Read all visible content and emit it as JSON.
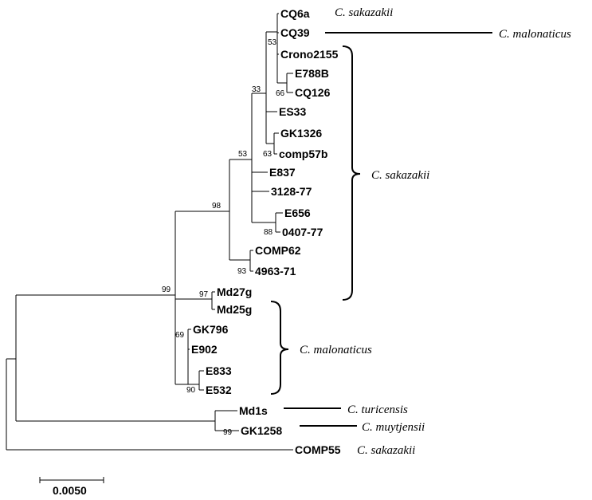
{
  "tips": {
    "cq6a": "CQ6a",
    "cq39": "CQ39",
    "crono2155": "Crono2155",
    "e788b": "E788B",
    "cq126": "CQ126",
    "es33": "ES33",
    "gk1326": "GK1326",
    "comp57b": "comp57b",
    "e837": "E837",
    "t312877": "3128-77",
    "e656": "E656",
    "t040777": "0407-77",
    "comp62": "COMP62",
    "t496371": "4963-71",
    "md27g": "Md27g",
    "md25g": "Md25g",
    "gk796": "GK796",
    "e902": "E902",
    "e833": "E833",
    "e532": "E532",
    "md1s": "Md1s",
    "gk1258": "GK1258",
    "comp55": "COMP55"
  },
  "bootstrap": {
    "b53a": "53",
    "b66": "66",
    "b33": "33",
    "b63": "63",
    "b53b": "53",
    "b88": "88",
    "b98": "98",
    "b93": "93",
    "b99a": "99",
    "b97": "97",
    "b69": "69",
    "b90": "90",
    "b99b": "99"
  },
  "species": {
    "sak_top": "C. sakazakii",
    "mal_top": "C. malonaticus",
    "sak_group": "C. sakazakii",
    "mal_group": "C. malonaticus",
    "turicensis": "C. turicensis",
    "muytjensii": "C. muytjensii",
    "sak_bottom": "C. sakazakii"
  },
  "scale_bar": {
    "label": "0.0050"
  }
}
